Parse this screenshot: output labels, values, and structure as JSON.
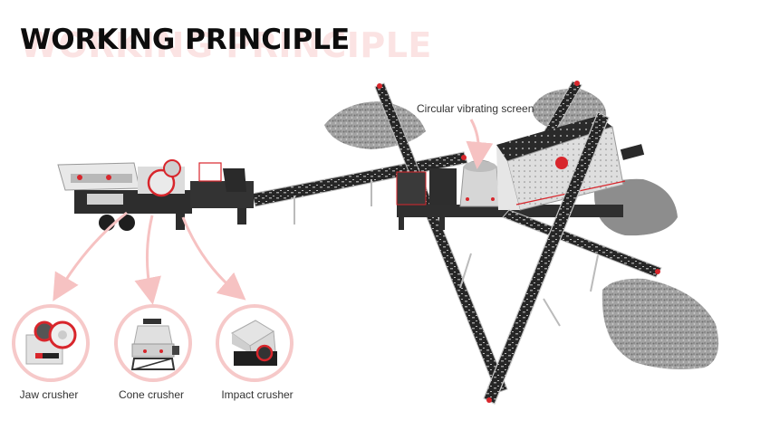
{
  "title": {
    "main": "WORKING PRINCIPLE",
    "ghost": "WORKING PRINCIPLE"
  },
  "callouts": {
    "screen": "Circular vibrating screen"
  },
  "crushers": [
    {
      "label": "Jaw crusher",
      "icon": "jaw-crusher-icon"
    },
    {
      "label": "Cone crusher",
      "icon": "cone-crusher-icon"
    },
    {
      "label": "Impact crusher",
      "icon": "impact-crusher-icon"
    }
  ],
  "colors": {
    "accent_red": "#d8262c",
    "arrow_pink": "#f6c2c2",
    "ghost_pink": "#fbe3e3",
    "machine_dark": "#2b2b2b",
    "machine_light": "#d9d9d9",
    "gravel": "#9a9a9a"
  }
}
